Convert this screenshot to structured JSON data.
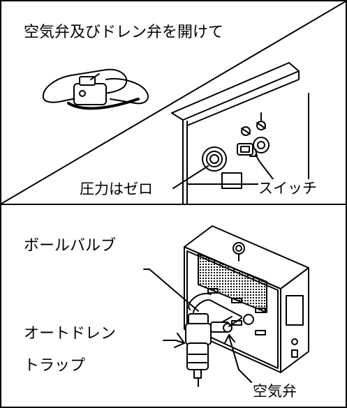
{
  "top_panel": {
    "title": "空気弁及びドレン弁を開けて",
    "pressure_label": "圧力はゼロ",
    "switch_label": "スイッチ"
  },
  "bottom_panel": {
    "ball_valve_label": "ボールバルブ",
    "auto_drain_label_line1": "オートドレン",
    "auto_drain_label_line2": "トラップ",
    "air_valve_label": "空気弁"
  },
  "colors": {
    "line": "#000000",
    "background": "#ffffff"
  }
}
